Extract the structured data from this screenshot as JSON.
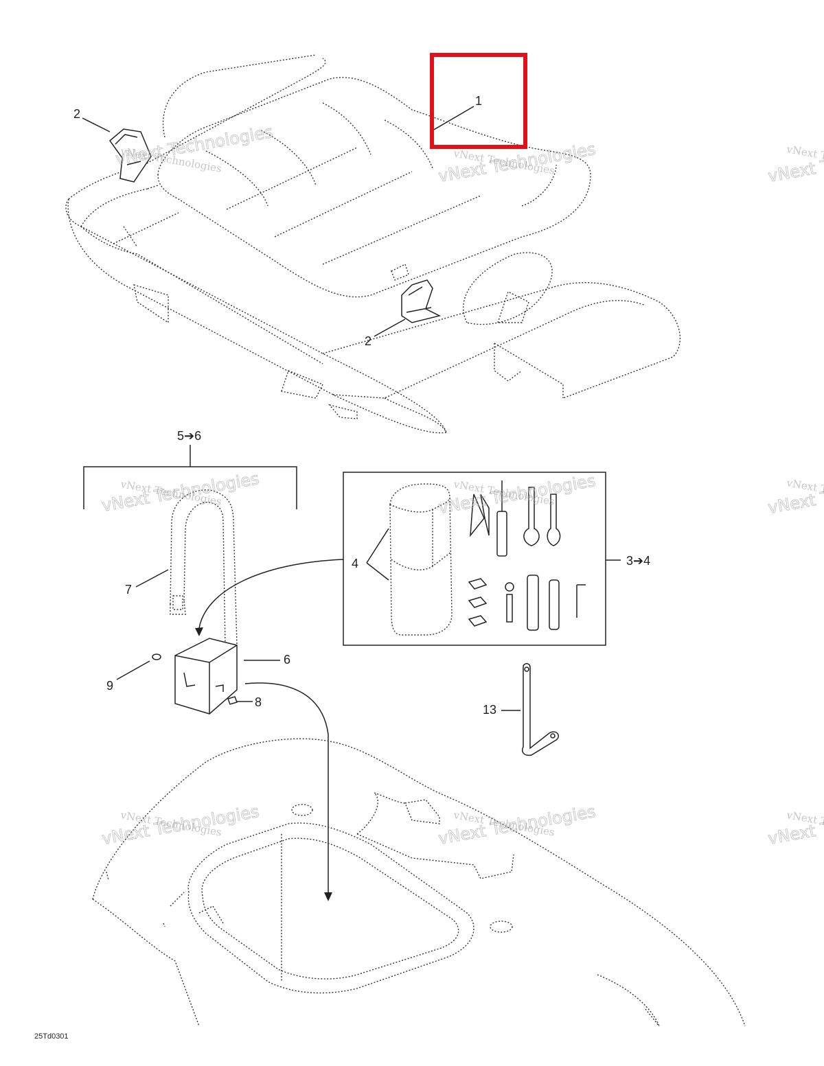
{
  "diagram": {
    "figure_code": "25Td0301",
    "highlight_color": "#e0131b",
    "watermark": {
      "line1": "vNext Technologies",
      "line2": "vNext Technologies"
    },
    "callouts": {
      "c1": "1",
      "c2a": "2",
      "c2b": "2",
      "c56": "5➔6",
      "c4": "4",
      "c34": "3➔4",
      "c7": "7",
      "c6": "6",
      "c9": "9",
      "c8": "8",
      "c13": "13"
    }
  }
}
